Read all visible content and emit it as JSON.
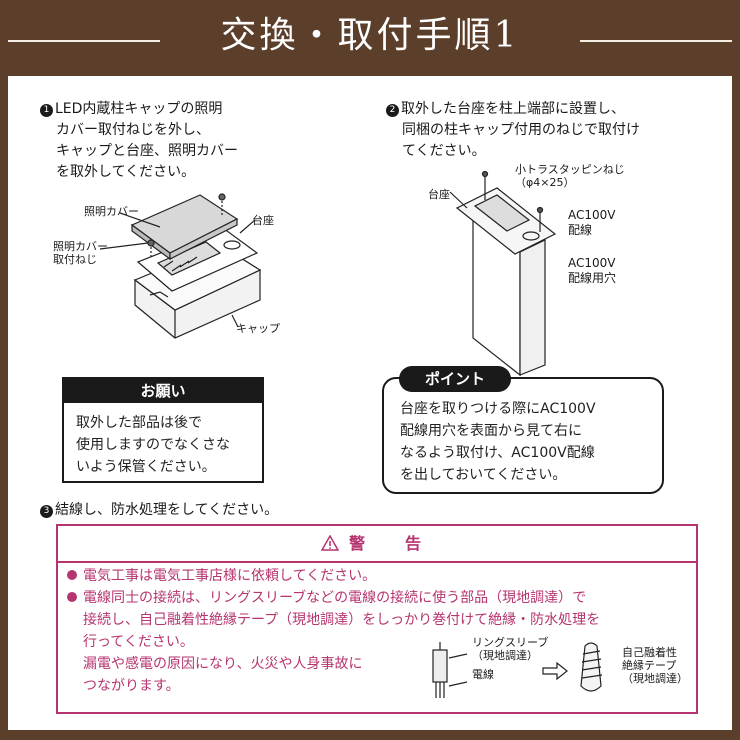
{
  "header": {
    "title": "交換・取付手順1"
  },
  "step1": {
    "number": "1",
    "lines": [
      "LED内蔵柱キャップの照明",
      "カバー取付ねじを外し、",
      "キャップと台座、照明カバー",
      "を取外してください。"
    ],
    "labels": {
      "cover": "照明カバー",
      "screw_line1": "照明カバー",
      "screw_line2": "取付ねじ",
      "base": "台座",
      "cap": "キャップ"
    }
  },
  "step2": {
    "number": "2",
    "lines": [
      "取外した台座を柱上端部に設置し、",
      "同梱の柱キャップ付用のねじで取付け",
      "てください。"
    ],
    "labels": {
      "screw_line1": "小トラスタッピンねじ",
      "screw_line2": "（φ4×25）",
      "base": "台座",
      "wire_line1": "AC100V",
      "wire_line2": "配線",
      "hole_line1": "AC100V",
      "hole_line2": "配線用穴"
    }
  },
  "request": {
    "title": "お願い",
    "lines": [
      "取外した部品は後で",
      "使用しますのでなくさな",
      "いよう保管ください。"
    ]
  },
  "point": {
    "title": "ポイント",
    "lines": [
      "台座を取りつける際にAC100V",
      "配線用穴を表面から見て右に",
      "なるよう取付け、AC100V配線",
      "を出しておいてください。"
    ]
  },
  "step3": {
    "number": "3",
    "text": "結線し、防水処理をしてください。"
  },
  "warning": {
    "title": "警　告",
    "item1": "電気工事は電気工事店様に依頼してください。",
    "item2_lines": [
      "電線同士の接続は、リングスリーブなどの電線の接続に使う部品（現地調達）で",
      "接続し、自己融着性絶縁テープ（現地調達）をしっかり巻付けて絶縁・防水処理を",
      "行ってください。",
      "漏電や感電の原因になり、火災や人身事故に",
      "つながります。"
    ],
    "diagram": {
      "sleeve_line1": "リングスリーブ",
      "sleeve_line2": "（現地調達）",
      "wire": "電線",
      "tape_line1": "自己融着性",
      "tape_line2": "絶縁テープ",
      "tape_line3": "（現地調達）"
    },
    "color": "#b6346f"
  },
  "colors": {
    "frame": "#5b3f2b",
    "warning": "#b6346f"
  }
}
